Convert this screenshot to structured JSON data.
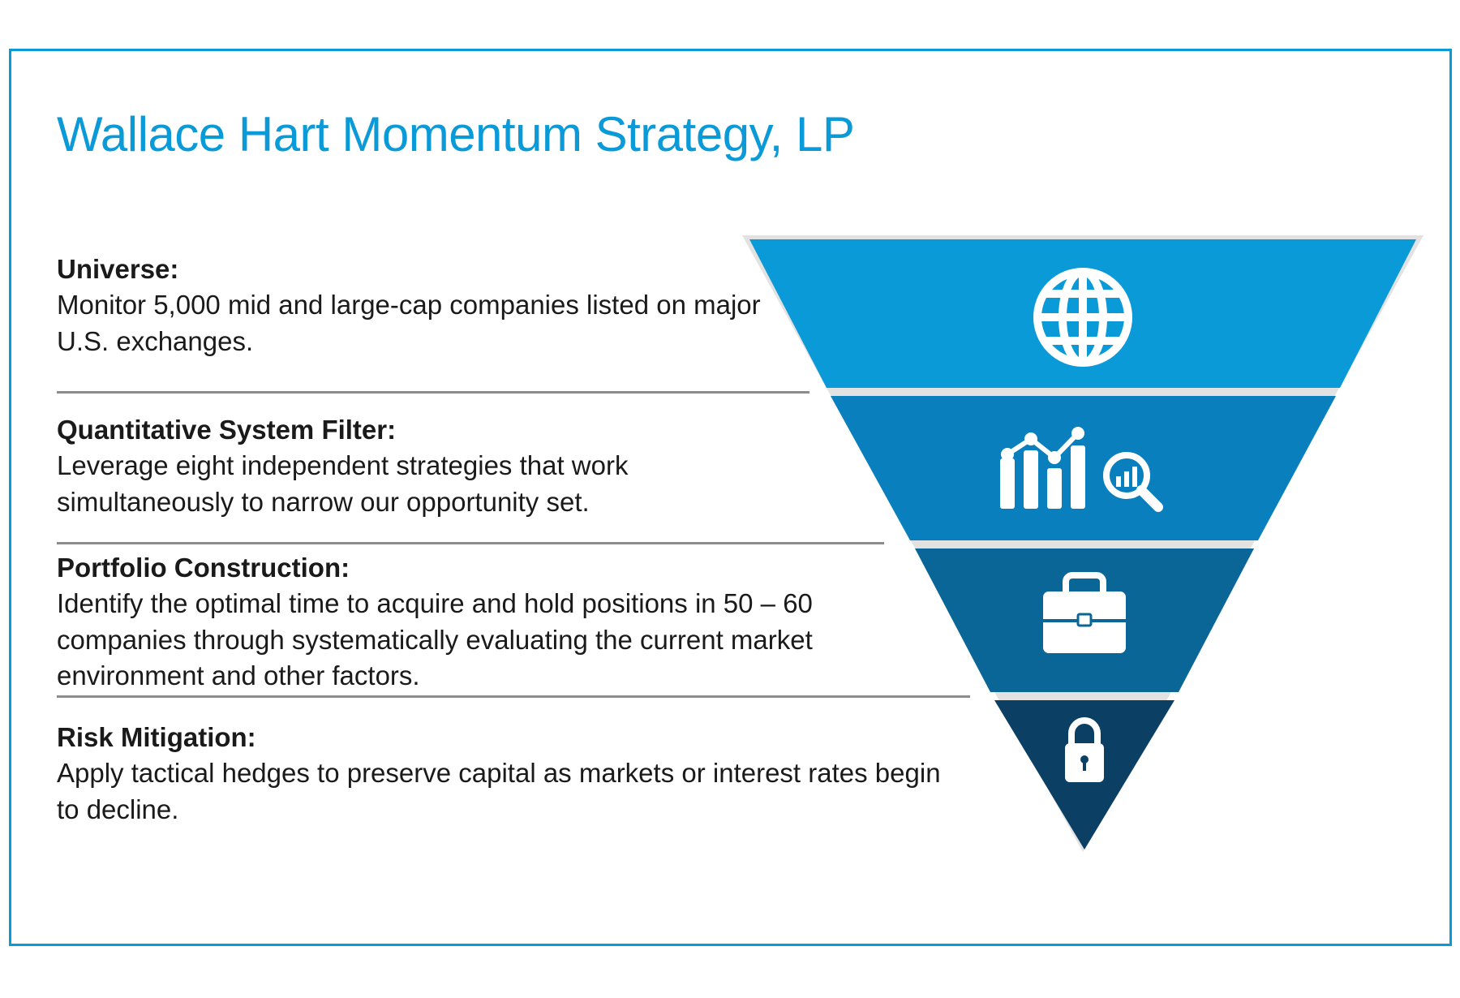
{
  "title": "Wallace Hart Momentum Strategy, LP",
  "steps": [
    {
      "heading": "Universe:",
      "description": "Monitor 5,000 mid and large-cap companies listed on major U.S. exchanges.",
      "icon": "globe-icon"
    },
    {
      "heading": "Quantitative System Filter:",
      "description": "Leverage eight independent strategies that work simultaneously to narrow our opportunity set.",
      "icon": "chart-magnifier-icon"
    },
    {
      "heading": "Portfolio Construction:",
      "description": "Identify the optimal time to acquire and hold positions in 50 – 60 companies through systematically evaluating the current market environment and other factors.",
      "icon": "briefcase-icon"
    },
    {
      "heading": "Risk Mitigation:",
      "description": "Apply tactical hedges to preserve capital as markets or interest rates begin to decline.",
      "icon": "padlock-icon"
    }
  ],
  "colors": {
    "title": "#0a9ad8",
    "frame": "#0a9ad8",
    "tier1": "#0a9ad8",
    "tier2": "#0a7fbd",
    "tier3": "#0b6698",
    "tier4": "#0b3f63",
    "icon": "#ffffff",
    "divider": "#8c8c8c",
    "text": "#1a1a1a"
  }
}
